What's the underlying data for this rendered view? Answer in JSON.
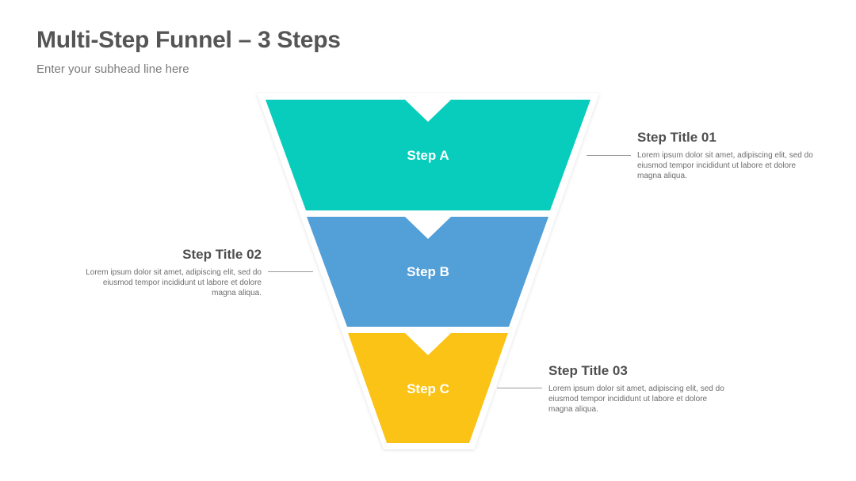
{
  "header": {
    "title": "Multi-Step Funnel – 3 Steps",
    "subtitle": "Enter your subhead line here"
  },
  "funnel": {
    "steps": [
      {
        "label": "Step A",
        "color": "#08CDBC"
      },
      {
        "label": "Step B",
        "color": "#539FD7"
      },
      {
        "label": "Step C",
        "color": "#FBC315"
      }
    ]
  },
  "details": [
    {
      "title": "Step Title 01",
      "text": "Lorem ipsum dolor sit amet, adipiscing elit, sed do eiusmod tempor incididunt ut labore et dolore magna aliqua."
    },
    {
      "title": "Step Title 02",
      "text": "Lorem ipsum dolor sit amet, adipiscing elit, sed do eiusmod tempor incididunt ut labore et dolore magna aliqua."
    },
    {
      "title": "Step Title 03",
      "text": "Lorem ipsum dolor sit amet, adipiscing elit, sed do eiusmod tempor incididunt ut labore et dolore magna aliqua."
    }
  ]
}
